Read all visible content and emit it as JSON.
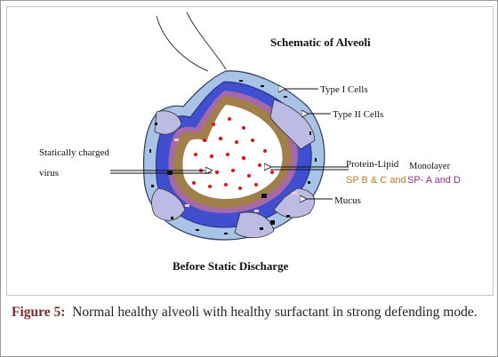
{
  "diagram": {
    "title": "Schematic",
    "title_suffix": "of Alveoli",
    "subtitle": "Before Static Discharge",
    "labels": {
      "type1": "Type I Cells",
      "type2": "Type II Cells",
      "protein_lipid": "Protein-Lipid",
      "monolayer": "Monolayer",
      "sp_bc": "SP B & C and",
      "sp_ad": "SP- A and D",
      "mucus": "Mucus",
      "virus_line1": "Statically charged",
      "virus_line2": "virus"
    },
    "colors": {
      "membrane_blue": "#3f4fd0",
      "outer_cells": "#a9c3e6",
      "surfactant_tan": "#a07f4a",
      "surfactant_purple": "#a56aa6",
      "type2_lavender": "#bdbbe4",
      "virus_red": "#e0141e",
      "sp_bc_color": "#b9792a",
      "sp_ad_color": "#9b2c8f"
    }
  },
  "caption": {
    "label": "Figure 5:",
    "text": "Normal healthy alveoli with healthy surfactant in strong defending mode."
  }
}
